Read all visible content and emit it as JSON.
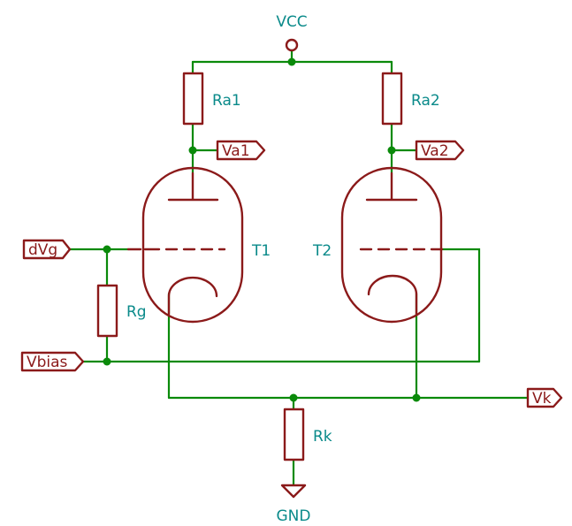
{
  "power": {
    "vcc": "VCC",
    "gnd": "GND"
  },
  "components": {
    "ra1": "Ra1",
    "ra2": "Ra2",
    "rg": "Rg",
    "rk": "Rk",
    "t1": "T1",
    "t2": "T2"
  },
  "ports": {
    "va1": "Va1",
    "va2": "Va2",
    "dvg": "dVg",
    "vbias": "Vbias",
    "vk": "Vk"
  },
  "colors": {
    "wire": "#0a8a0a",
    "component": "#8b1a1a",
    "label": "#0a8a8a",
    "background": "#ffffff"
  }
}
